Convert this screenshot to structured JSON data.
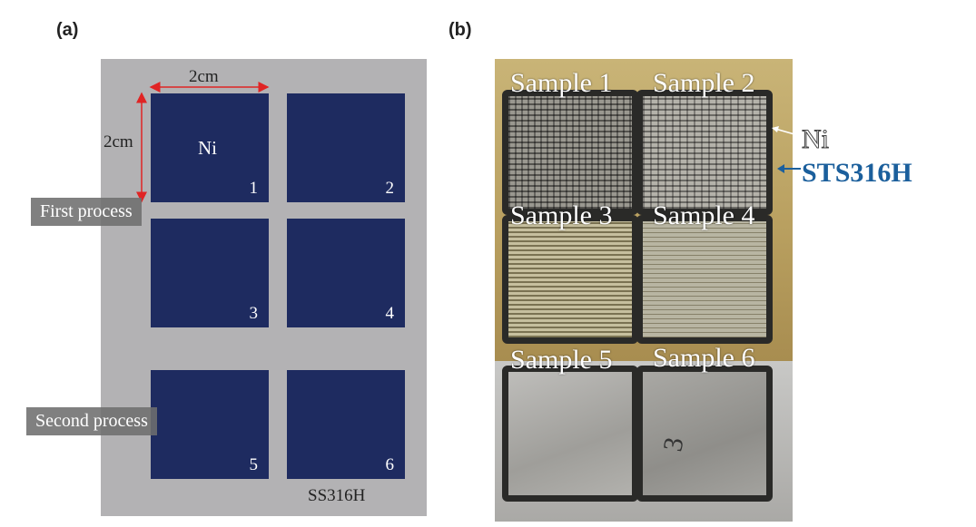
{
  "panel_a": {
    "label": "(a)",
    "dim_width": "2cm",
    "dim_height": "2cm",
    "ni_label": "Ni",
    "squares": [
      "1",
      "2",
      "3",
      "4",
      "5",
      "6"
    ],
    "first_process": "First process",
    "second_process": "Second process",
    "substrate": "SS316H",
    "colors": {
      "plate": "#b3b2b4",
      "square": "#1e2b60",
      "arrow": "#e02424"
    }
  },
  "panel_b": {
    "label": "(b)",
    "samples": [
      "Sample 1",
      "Sample 2",
      "Sample 3",
      "Sample 4",
      "Sample 5",
      "Sample 6"
    ],
    "ni_label": "Ni",
    "sts_label": "STS316H",
    "marking": "3",
    "colors": {
      "sts_text": "#1b5f9c"
    }
  }
}
